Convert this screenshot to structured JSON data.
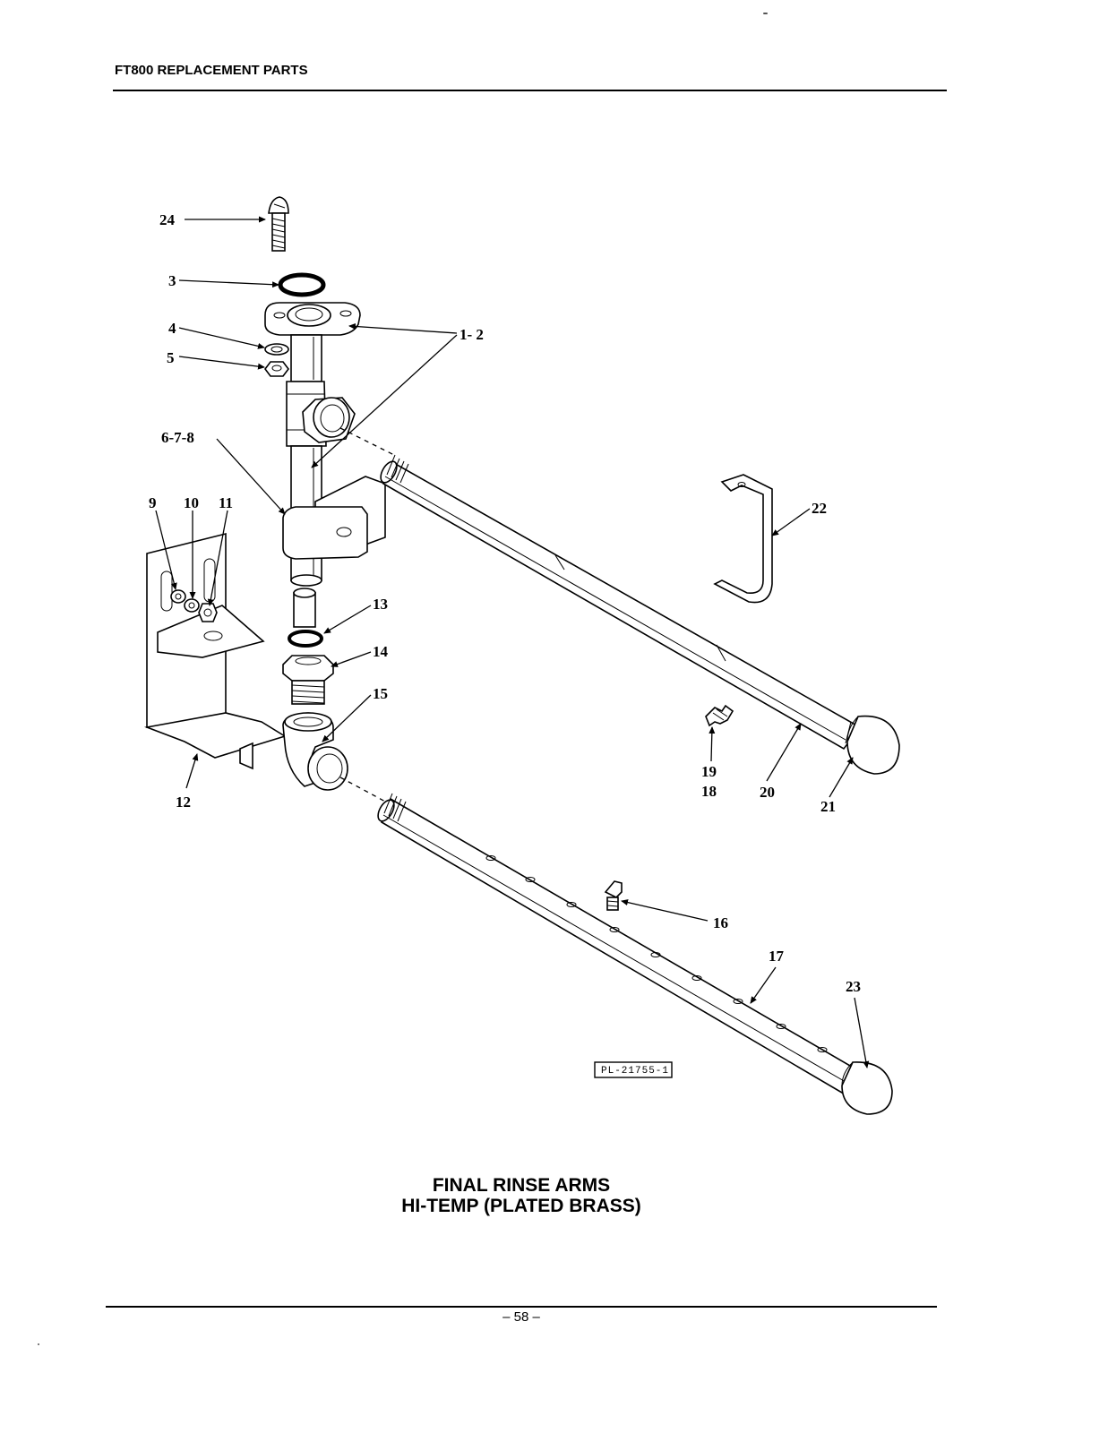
{
  "header": {
    "title": "FT800 REPLACEMENT PARTS"
  },
  "caption": {
    "line1": "FINAL RINSE ARMS",
    "line2": "HI-TEMP (PLATED BRASS)"
  },
  "footer": {
    "page": "– 58 –"
  },
  "drawing_number": "PL-21755-1",
  "callouts": {
    "c24": "24",
    "c3": "3",
    "c1_2": "1- 2",
    "c4": "4",
    "c5": "5",
    "c6_7_8": "6-7-8",
    "c9": "9",
    "c10": "10",
    "c11": "11",
    "c12": "12",
    "c13": "13",
    "c14": "14",
    "c15": "15",
    "c16": "16",
    "c17": "17",
    "c18": "18",
    "c19": "19",
    "c20": "20",
    "c21": "21",
    "c22": "22",
    "c23": "23"
  }
}
